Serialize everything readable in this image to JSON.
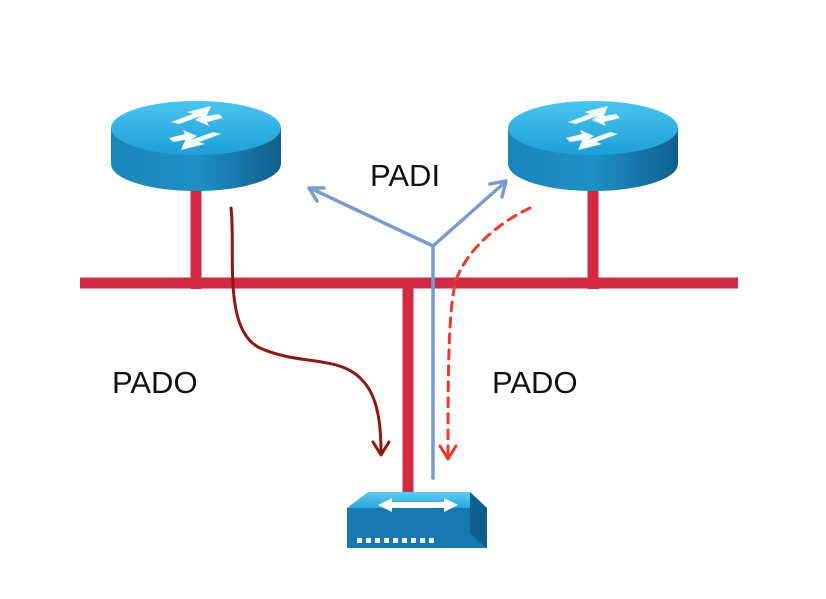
{
  "labels": {
    "padi": "PADI",
    "pado_left": "PADO",
    "pado_right": "PADO"
  },
  "colors": {
    "link": "#d22a45",
    "padi_arrow": "#7a9ccd",
    "pado_left_arrow": "#8b1a12",
    "pado_right_arrow": "#ee3a2a",
    "router_top": "#27aee3",
    "router_side": "#1574a4",
    "switch_top": "#31b4e6",
    "switch_side": "#167ab0"
  },
  "icons": {
    "router_left": "router-icon",
    "router_right": "router-icon",
    "switch": "switch-icon"
  }
}
